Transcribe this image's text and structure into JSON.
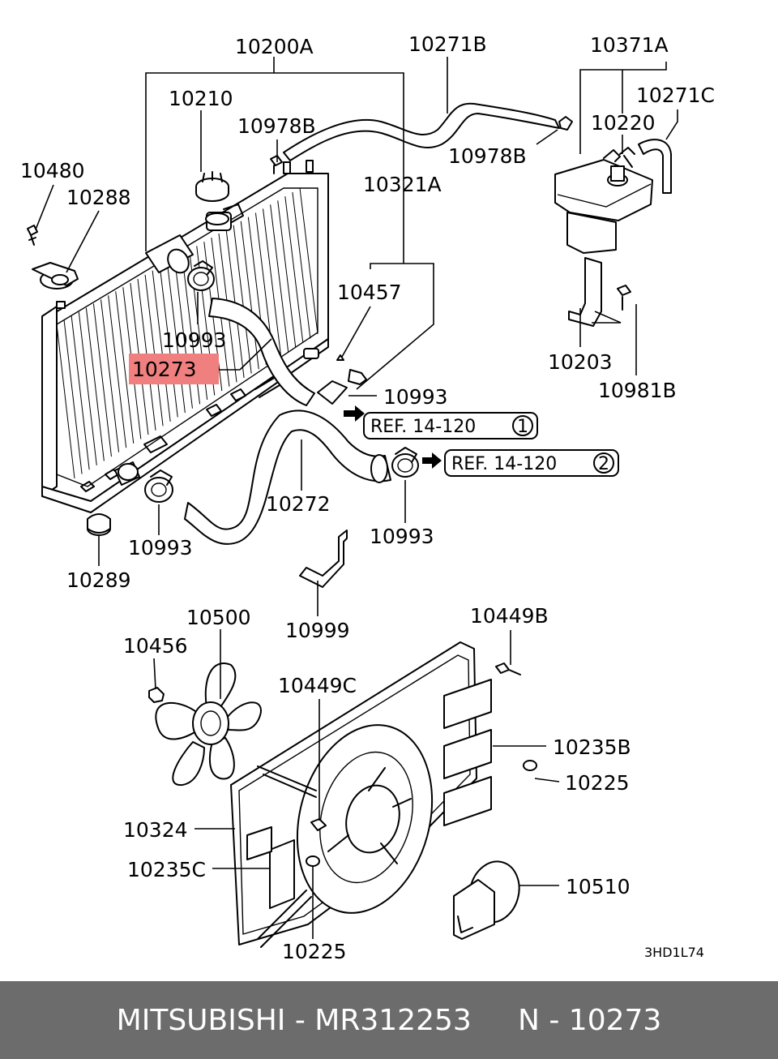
{
  "labels": {
    "l10200A": "10200A",
    "l10271B": "10271B",
    "l10371A": "10371A",
    "l10210": "10210",
    "l10978B_top": "10978B",
    "l10271C": "10271C",
    "l10220": "10220",
    "l10480": "10480",
    "l10978B_right": "10978B",
    "l10288": "10288",
    "l10321A": "10321A",
    "l10457": "10457",
    "l10993_a": "10993",
    "l10273": "10273",
    "l10203": "10203",
    "l10981B": "10981B",
    "l10993_b": "10993",
    "l10272": "10272",
    "l10993_c": "10993",
    "l10993_d": "10993",
    "l10289": "10289",
    "l10999": "10999",
    "l10500": "10500",
    "l10449B": "10449B",
    "l10456": "10456",
    "l10449C": "10449C",
    "l10235B": "10235B",
    "l10225_a": "10225",
    "l10324": "10324",
    "l10235C": "10235C",
    "l10510": "10510",
    "l10225_b": "10225"
  },
  "refs": {
    "ref1_text": "REF. 14-120",
    "ref1_num": "1",
    "ref2_text": "REF. 14-120",
    "ref2_num": "2"
  },
  "diagram_code": "3HD1L74",
  "highlight_color": "#f08080",
  "footer": {
    "brand": "MITSUBISHI",
    "part_number": "MR312253",
    "position_label": "N - 10273"
  }
}
